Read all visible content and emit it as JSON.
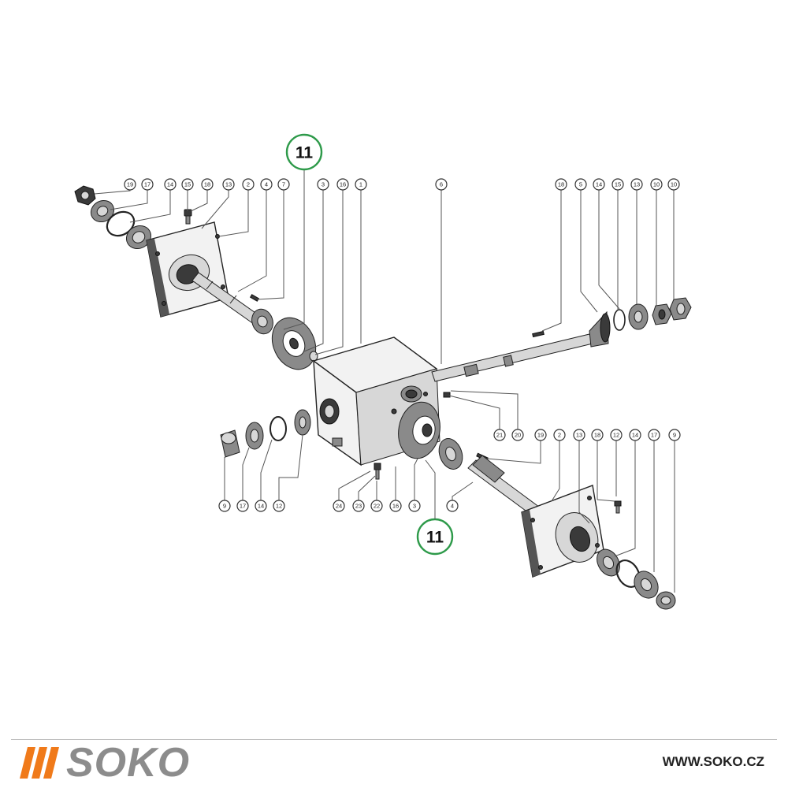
{
  "colors": {
    "brand_orange": "#f07a1a",
    "brand_gray": "#8c8c8c",
    "highlight_green": "#2e9a4a",
    "line_dark": "#222222"
  },
  "highlights": [
    {
      "label": "11"
    },
    {
      "label": "11"
    }
  ],
  "callouts": {
    "top_left": [
      "19",
      "17",
      "14",
      "15",
      "18",
      "13",
      "2",
      "4",
      "7",
      "3",
      "16",
      "1"
    ],
    "top_center": [
      "6"
    ],
    "top_right": [
      "18",
      "5",
      "14",
      "15",
      "13",
      "10",
      "10"
    ],
    "middle_right": [
      "21",
      "20"
    ],
    "bottom_left": [
      "9",
      "17",
      "14",
      "12"
    ],
    "bottom_center": [
      "24",
      "23",
      "22",
      "16",
      "3"
    ],
    "bottom_shaft": [
      "4"
    ],
    "bottom_right": [
      "19",
      "2",
      "13",
      "18",
      "12",
      "14",
      "17",
      "9"
    ]
  },
  "footer": {
    "brand": "SOKO",
    "url": "WWW.SOKO.CZ"
  }
}
